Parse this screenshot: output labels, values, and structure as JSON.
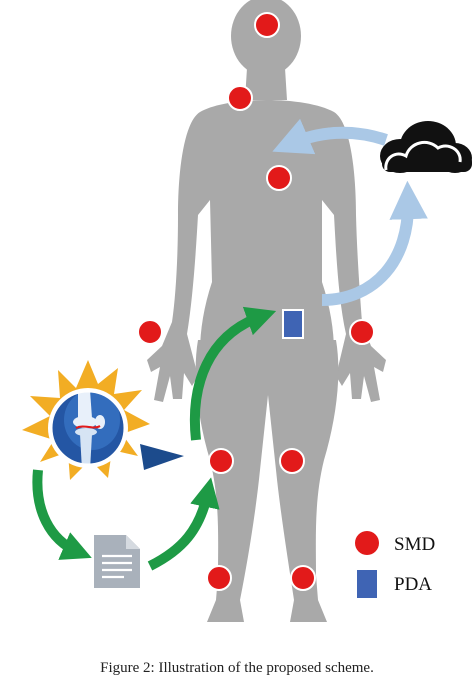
{
  "colors": {
    "body": "#a9a9a9",
    "sensor": "#e21a1a",
    "pda": "#3f64b4",
    "flow_arrow": "#1e9a45",
    "cloud_arrow": "#aac8e6",
    "cloud": "#111111",
    "alert_burst": "#f2ad24",
    "xray_badge": "#1c4b8c",
    "document": "#a9b1bb"
  },
  "icons": {
    "cloud": "cloud-icon",
    "document": "document-icon",
    "knee_xray": "knee-xray-icon",
    "alert": "alert-burst-icon"
  },
  "legend": {
    "smd_label": "SMD",
    "pda_label": "PDA"
  },
  "caption": "Figure 2: Illustration of the proposed scheme."
}
